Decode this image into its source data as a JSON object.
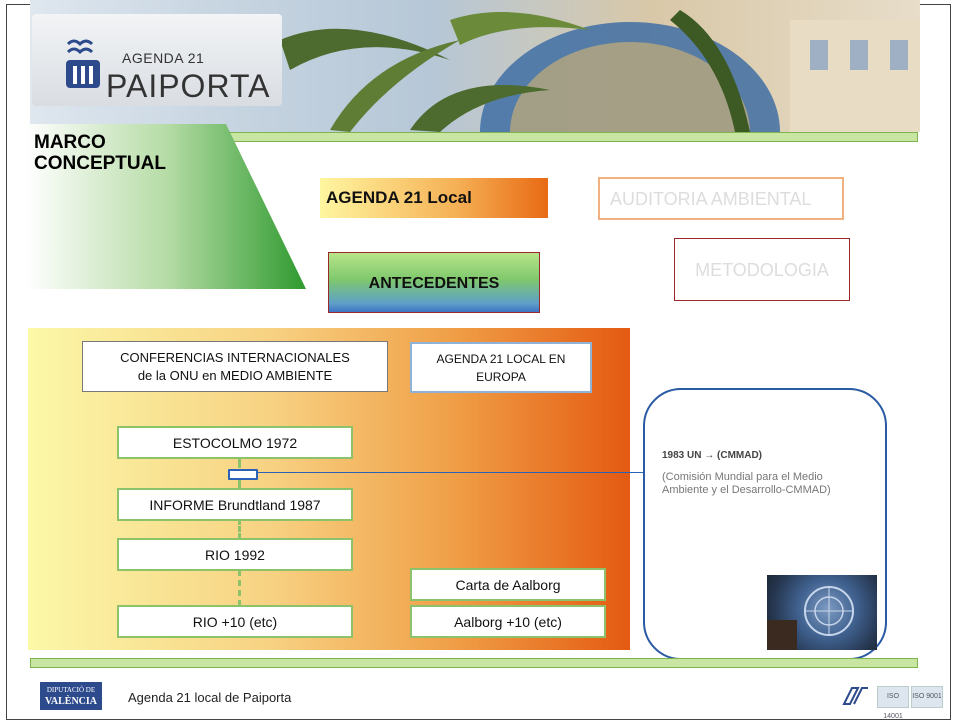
{
  "header": {
    "logo_small": "AGENDA 21",
    "logo_big": "PAIPORTA"
  },
  "marco": {
    "line1": "MARCO",
    "line2": "CONCEPTUAL"
  },
  "nav": {
    "agenda": "AGENDA 21 Local",
    "auditoria": "AUDITORIA AMBIENTAL",
    "metodologia": "METODOLOGIA",
    "antecedentes": "ANTECEDENTES"
  },
  "panel": {
    "conferencias_line1": "CONFERENCIAS  INTERNACIONALES",
    "conferencias_line2": "de la ONU en MEDIO AMBIENTE",
    "europa_line1": "AGENDA 21 LOCAL EN",
    "europa_line2": "EUROPA",
    "timeline": [
      "ESTOCOLMO  1972",
      "INFORME Brundtland 1987",
      "RIO 1992",
      "RIO +10 (etc)"
    ],
    "europa_items": [
      "Carta de Aalborg",
      "Aalborg +10 (etc)"
    ]
  },
  "callout": {
    "title": "1983 UN → (CMMAD)",
    "body": "(Comisión Mundial para el Medio Ambiente y el Desarrollo-CMMAD)"
  },
  "footer": {
    "logo_line1": "DIPUTACIÓ DE",
    "logo_line2": "VALÈNCIA",
    "text": "Agenda 21 local  de Paiporta",
    "iso1": "ISO 14001",
    "iso2": "ISO 9001"
  },
  "colors": {
    "accent_green": "#8cc26a",
    "accent_orange": "#e86a14",
    "accent_blue": "#2a5aa4"
  }
}
